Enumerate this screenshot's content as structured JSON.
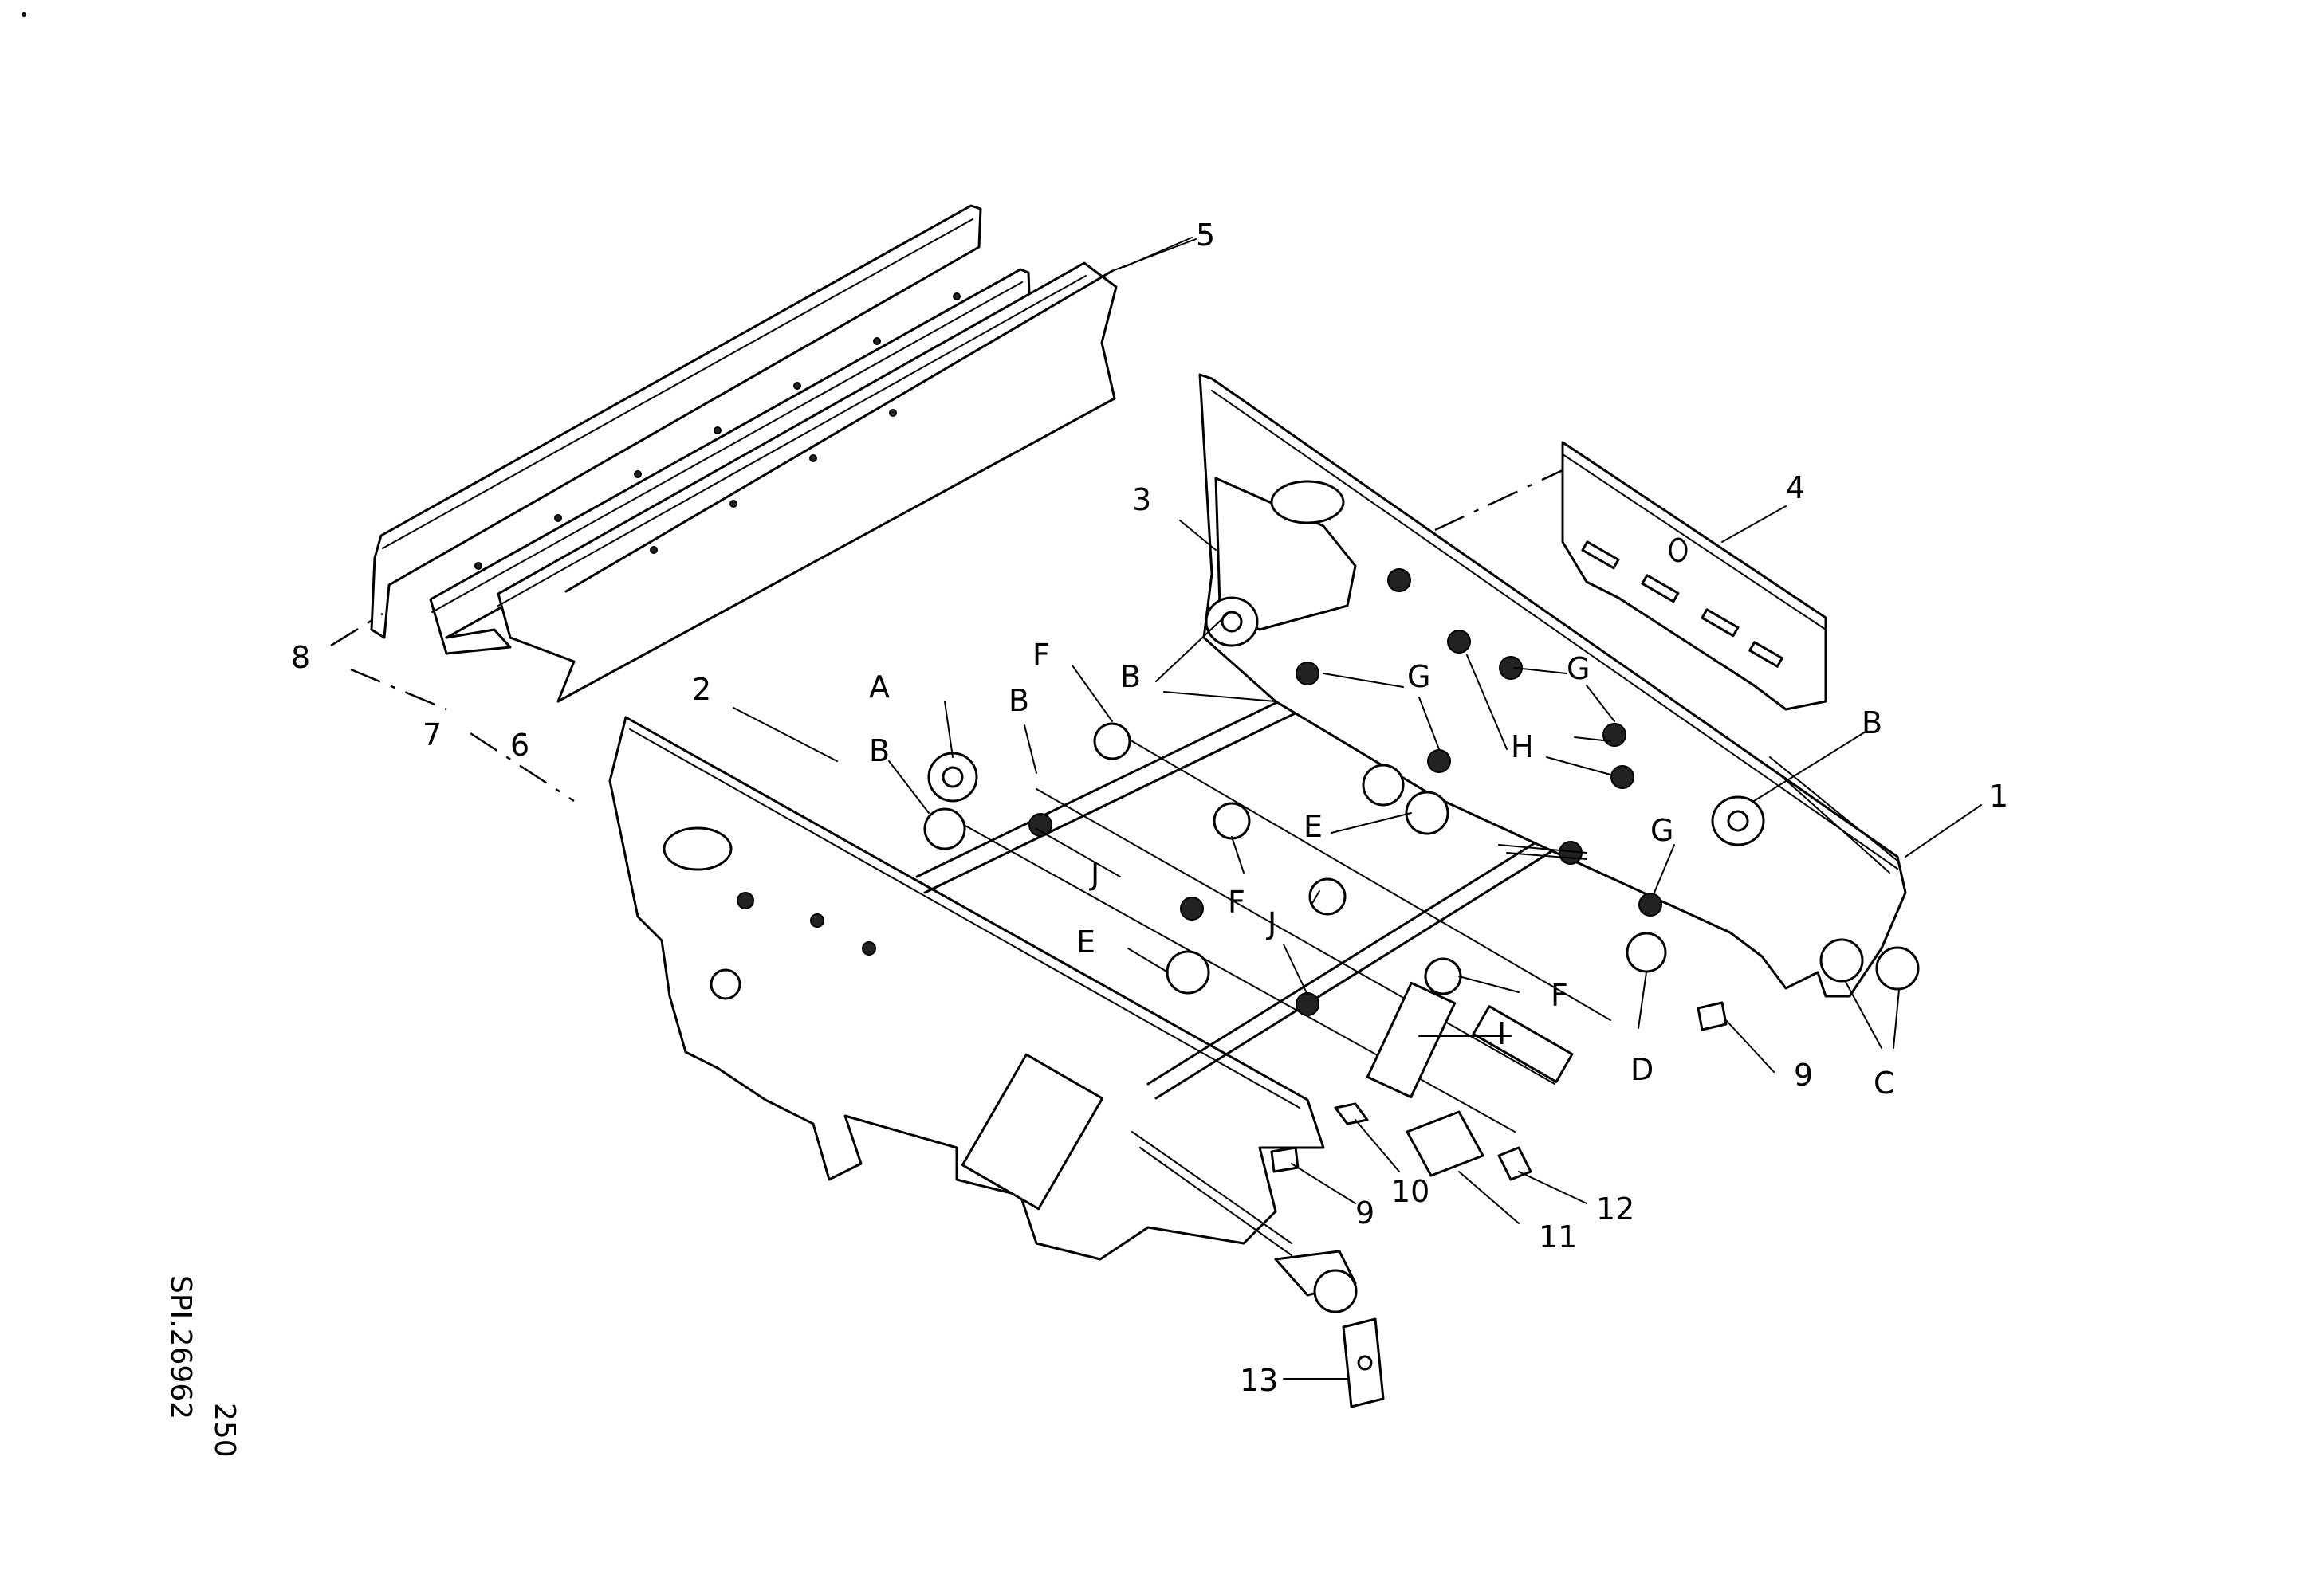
{
  "callouts": [
    {
      "id": "c1",
      "text": "1"
    },
    {
      "id": "c2",
      "text": "2"
    },
    {
      "id": "c3",
      "text": "3"
    },
    {
      "id": "c4",
      "text": "4"
    },
    {
      "id": "c5",
      "text": "5"
    },
    {
      "id": "c6",
      "text": "6"
    },
    {
      "id": "c7",
      "text": "7"
    },
    {
      "id": "c8",
      "text": "8"
    },
    {
      "id": "c9a",
      "text": "9"
    },
    {
      "id": "c9b",
      "text": "9"
    },
    {
      "id": "c10",
      "text": "10"
    },
    {
      "id": "c11",
      "text": "11"
    },
    {
      "id": "c12",
      "text": "12"
    },
    {
      "id": "c13",
      "text": "13"
    },
    {
      "id": "lA",
      "text": "A"
    },
    {
      "id": "lB1",
      "text": "B"
    },
    {
      "id": "lB2",
      "text": "B"
    },
    {
      "id": "lB3",
      "text": "B"
    },
    {
      "id": "lB4",
      "text": "B"
    },
    {
      "id": "lC",
      "text": "C"
    },
    {
      "id": "lD",
      "text": "D"
    },
    {
      "id": "lE1",
      "text": "E"
    },
    {
      "id": "lE2",
      "text": "E"
    },
    {
      "id": "lF1",
      "text": "F"
    },
    {
      "id": "lF2",
      "text": "F"
    },
    {
      "id": "lF3",
      "text": "F"
    },
    {
      "id": "lG1",
      "text": "G"
    },
    {
      "id": "lG2",
      "text": "G"
    },
    {
      "id": "lG3",
      "text": "G"
    },
    {
      "id": "lH",
      "text": "H"
    },
    {
      "id": "lI",
      "text": "I"
    },
    {
      "id": "lJ1",
      "text": "J"
    },
    {
      "id": "lJ2",
      "text": "J"
    }
  ],
  "side_text": {
    "figure_number": "250",
    "drawing_code": "SPI.26962"
  }
}
